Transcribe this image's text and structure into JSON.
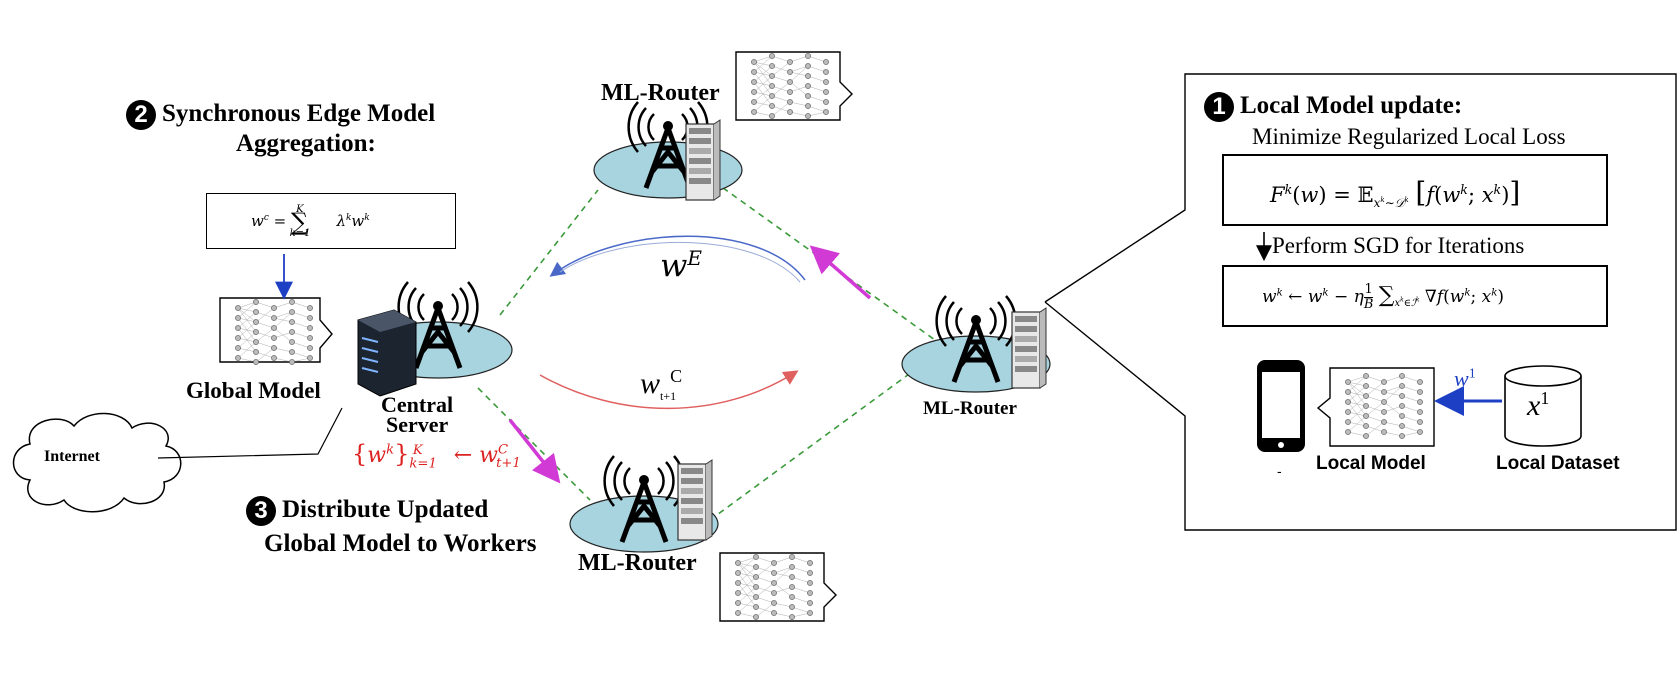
{
  "step1": {
    "number": "1",
    "title": "Local Model update:",
    "subtitle": "Minimize Regularized Local Loss",
    "sgd_label": "Perform SGD for Iterations"
  },
  "step2": {
    "number": "2",
    "title_line1": "Synchronous Edge Model",
    "title_line2": "Aggregation:"
  },
  "step3": {
    "number": "3",
    "title_line1": "Distribute Updated",
    "title_line2": "Global Model to Workers"
  },
  "nodes": {
    "router_top": "ML-Router",
    "router_right": "ML-Router",
    "router_bottom": "ML-Router",
    "central_line1": "Central",
    "central_line2": "Server",
    "internet": "Internet",
    "global_model": "Global Model",
    "local_model": "Local Model",
    "local_dataset": "Local Dataset",
    "phone_caption": "-"
  },
  "formulas": {
    "aggregation": "w^c = Σ_{k=1}^{K} λ^k w^k",
    "loss": "F^k(w) = E_{x^k∼D^k}[f(w^k; x^k)]",
    "sgd": "w^k ← w^k − η (1/B) Σ_{x^k∈I^k} ∇f(w^k; x^k)",
    "edge_label": "wE",
    "central_label": "wt+1C",
    "distribute": "{w^k}_{k=1}^{K} ← w^C_{t+1}",
    "w1": "w1",
    "x1": "x1"
  },
  "colors": {
    "blue_arrow": "#1d3fc4",
    "red_arrow": "#e06060",
    "magenta_arrow": "#d23ad6",
    "green_dash": "#3a9a3a",
    "ellipse_fill": "#a8d4e0",
    "red_text": "#d22"
  }
}
